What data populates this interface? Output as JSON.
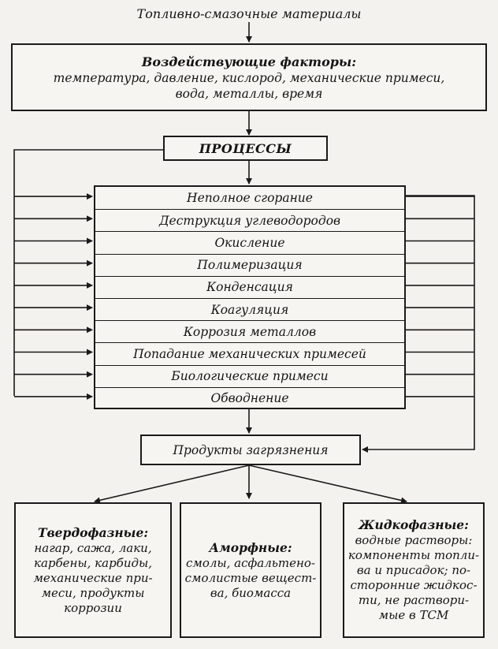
{
  "top_label": "Топливно-смазочные материалы",
  "factors": {
    "title": "Воздействующие факторы:",
    "lines": [
      "температура, давление, кислород, механические примеси,",
      "вода, металлы, время"
    ]
  },
  "processes": {
    "title": "ПРОЦЕССЫ",
    "items": [
      "Неполное сгорание",
      "Деструкция углеводородов",
      "Окисление",
      "Полимеризация",
      "Конденсация",
      "Коагуляция",
      "Коррозия металлов",
      "Попадание механических примесей",
      "Биологические примеси",
      "Обводнение"
    ]
  },
  "products": {
    "title": "Продукты загрязнения"
  },
  "categories": [
    {
      "title": "Твердофазные:",
      "lines": [
        "нагар, сажа, лаки,",
        "карбены, карбиды,",
        "механические при-",
        "меси, продукты",
        "коррозии"
      ]
    },
    {
      "title": "Аморфные:",
      "lines": [
        "смолы, асфальтено-",
        "смолистые вещест-",
        "ва, биомасса"
      ]
    },
    {
      "title": "Жидкофазные:",
      "lines": [
        "водные растворы:",
        "компоненты топли-",
        "ва и присадок; по-",
        "сторонние жидкос-",
        "ти, не раствори-",
        "мые в ТСМ"
      ]
    }
  ]
}
